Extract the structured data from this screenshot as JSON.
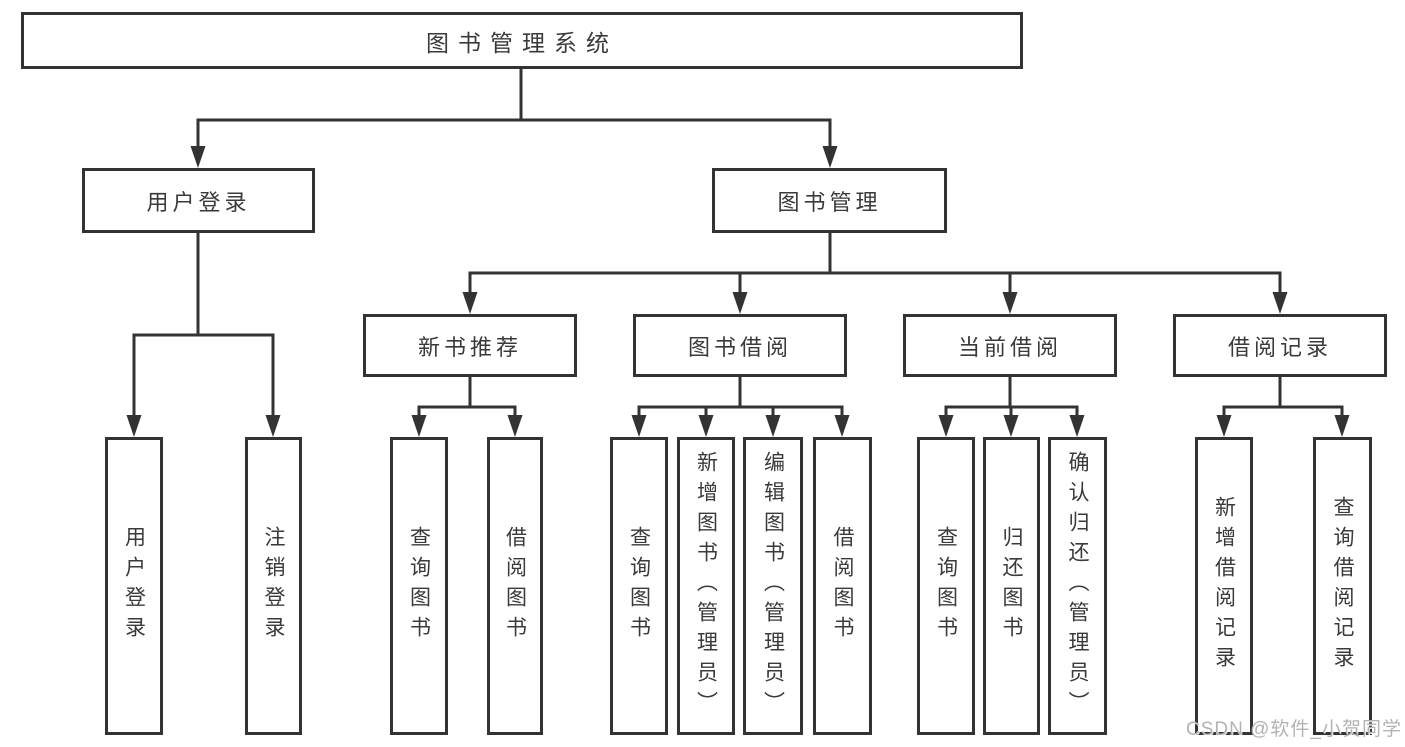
{
  "diagram": {
    "root": {
      "label": "图书管理系统"
    },
    "level2": [
      {
        "id": "user-login",
        "label": "用户登录"
      },
      {
        "id": "book-management",
        "label": "图书管理"
      }
    ],
    "level3": [
      {
        "id": "new-book-recommend",
        "parent": "图书管理",
        "label": "新书推荐"
      },
      {
        "id": "book-borrowing",
        "parent": "图书管理",
        "label": "图书借阅"
      },
      {
        "id": "current-borrowing",
        "parent": "图书管理",
        "label": "当前借阅"
      },
      {
        "id": "borrowing-records",
        "parent": "图书管理",
        "label": "借阅记录"
      }
    ],
    "leaves": [
      {
        "parent": "用户登录",
        "label": "用户登录"
      },
      {
        "parent": "用户登录",
        "label": "注销登录"
      },
      {
        "parent": "新书推荐",
        "label": "查询图书"
      },
      {
        "parent": "新书推荐",
        "label": "借阅图书"
      },
      {
        "parent": "图书借阅",
        "label": "查询图书"
      },
      {
        "parent": "图书借阅",
        "label": "新增图书（管理员）"
      },
      {
        "parent": "图书借阅",
        "label": "编辑图书（管理员）"
      },
      {
        "parent": "图书借阅",
        "label": "借阅图书"
      },
      {
        "parent": "当前借阅",
        "label": "查询图书"
      },
      {
        "parent": "当前借阅",
        "label": "归还图书"
      },
      {
        "parent": "当前借阅",
        "label": "确认归还（管理员）"
      },
      {
        "parent": "借阅记录",
        "label": "新增借阅记录"
      },
      {
        "parent": "借阅记录",
        "label": "查询借阅记录"
      }
    ],
    "line_color": "#333333"
  },
  "watermark": "CSDN @软件_小贺同学"
}
